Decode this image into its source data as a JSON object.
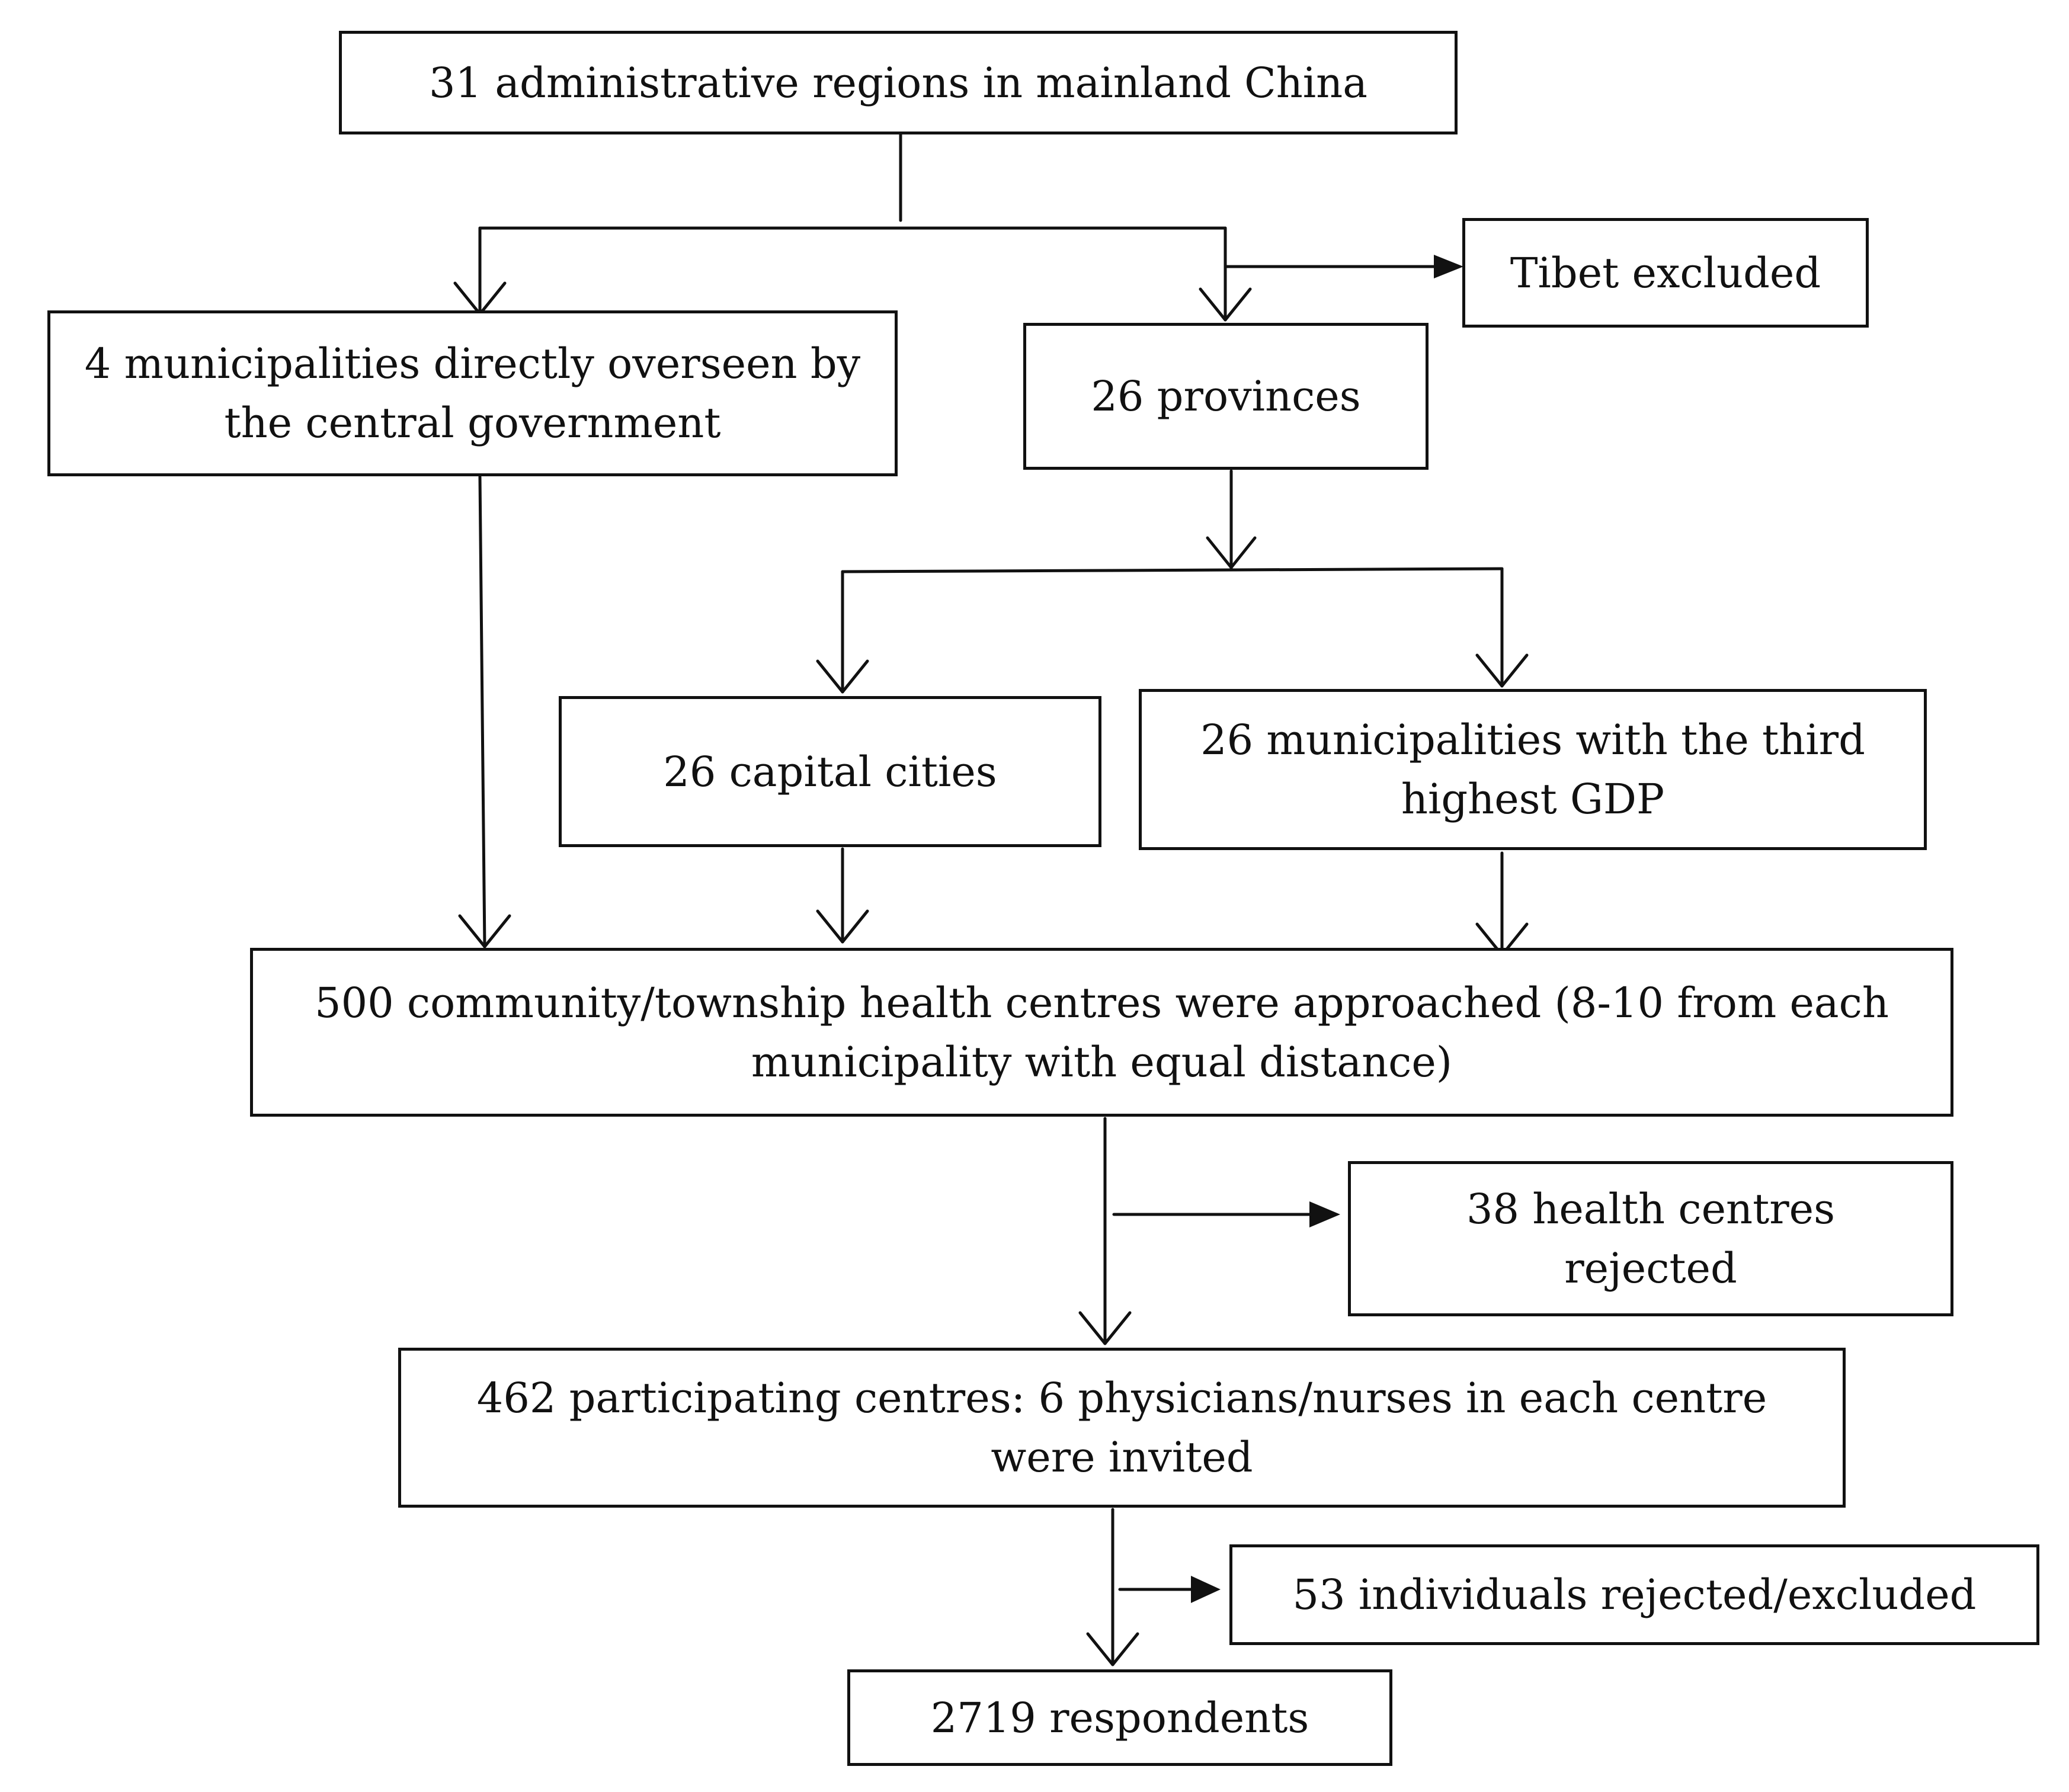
{
  "flowchart": {
    "nodes": {
      "regions": "31 administrative regions in mainland China",
      "municipalities_central": "4 municipalities directly overseen by the central government",
      "provinces": "26 provinces",
      "tibet": "Tibet excluded",
      "capital_cities": "26 capital cities",
      "third_gdp": "26 municipalities with the third highest GDP",
      "health_centres_approached": "500 community/township health centres were approached (8-10 from each municipality with equal distance)",
      "health_centres_rejected": "38 health centres rejected",
      "participating_centres": "462 participating centres: 6 physicians/nurses in each centre were invited",
      "individuals_rejected": "53 individuals rejected/excluded",
      "respondents": "2719 respondents"
    },
    "colors": {
      "line": "#111111",
      "box_border": "#111111",
      "background": "#ffffff"
    }
  }
}
